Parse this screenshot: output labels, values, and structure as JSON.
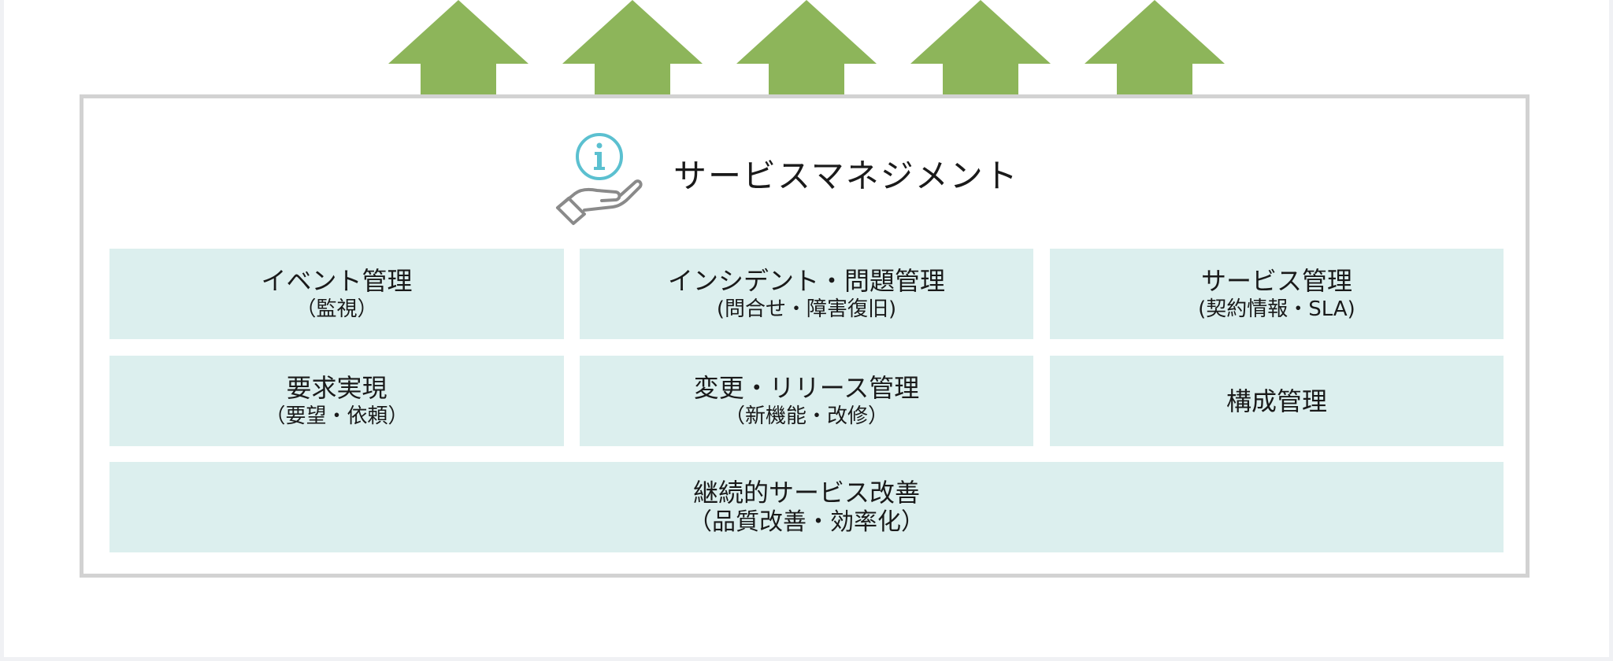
{
  "title": "サービスマネジメント",
  "icons": {
    "header": "info-hand-icon",
    "arrow": "up-arrow-icon",
    "arrow_color": "#8db55a",
    "info_color": "#5bc0d0",
    "hand_color": "#8a8a8a"
  },
  "colors": {
    "box_fill": "#dcefee",
    "frame_border": "#d2d2d2"
  },
  "arrows_count": 5,
  "processes": [
    {
      "name": "イベント管理",
      "detail": "（監視）"
    },
    {
      "name": "インシデント・問題管理",
      "detail": "(問合せ・障害復旧)"
    },
    {
      "name": "サービス管理",
      "detail": "(契約情報・SLA)"
    },
    {
      "name": "要求実現",
      "detail": "（要望・依頼）"
    },
    {
      "name": "変更・リリース管理",
      "detail": "（新機能・改修）"
    },
    {
      "name": "構成管理",
      "detail": ""
    }
  ],
  "improvement": {
    "name": "継続的サービス改善",
    "detail": "（品質改善・効率化）"
  }
}
